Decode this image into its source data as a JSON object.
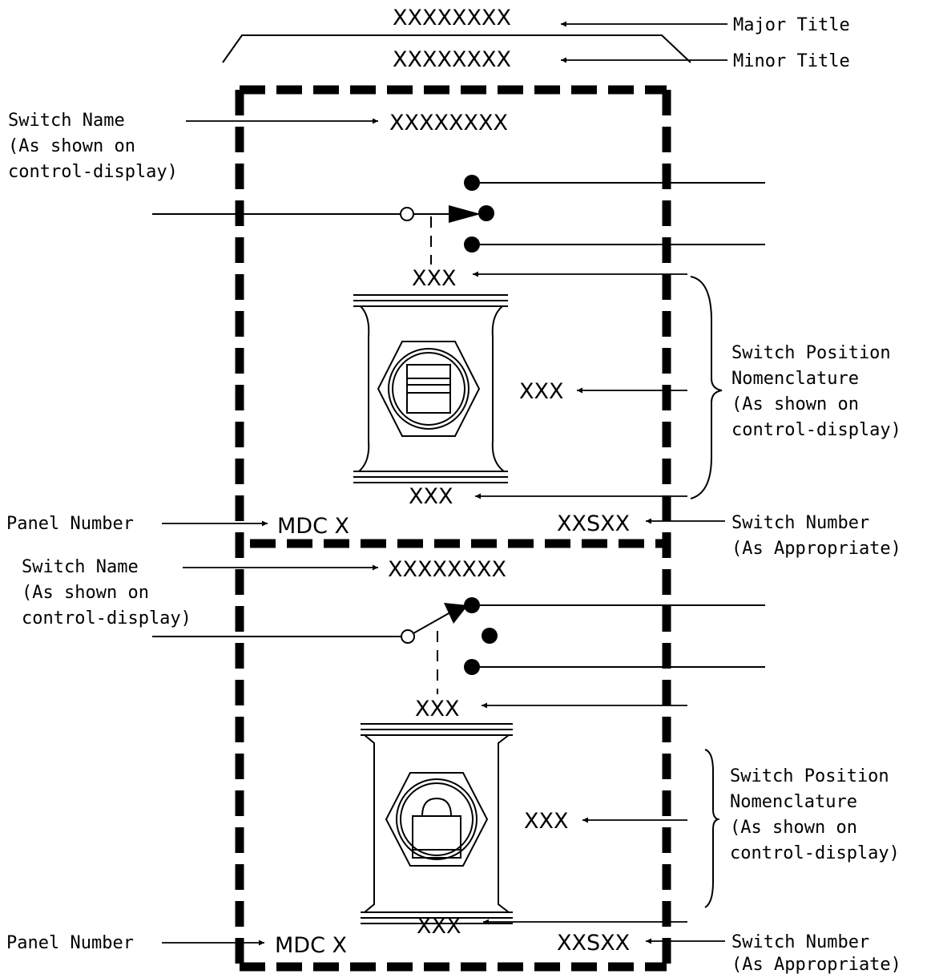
{
  "titles": {
    "major_value": "XXXXXXXX",
    "major_label": "Major Title",
    "minor_value": "XXXXXXXX",
    "minor_label": "Minor Title"
  },
  "switch_1": {
    "name_label_line1": "Switch Name",
    "name_label_line2": "(As shown on",
    "name_label_line3": "control-display)",
    "name_value": "XXXXXXXX",
    "pos_top": "XXX",
    "pos_middle": "XXX",
    "pos_bottom": "XXX",
    "nomenclature_line1": "Switch Position",
    "nomenclature_line2": "Nomenclature",
    "nomenclature_line3": "(As shown on",
    "nomenclature_line4": "control-display)",
    "panel_label": "Panel Number",
    "panel_value": "MDC X",
    "switch_number_value": "XXSXX",
    "switch_number_line1": "Switch Number",
    "switch_number_line2": "(As Appropriate)"
  },
  "switch_2": {
    "name_label_line1": "Switch Name",
    "name_label_line2": "(As shown on",
    "name_label_line3": "control-display)",
    "name_value": "XXXXXXXX",
    "pos_top": "XXX",
    "pos_middle": "XXX",
    "pos_bottom": "XXX",
    "nomenclature_line1": "Switch Position",
    "nomenclature_line2": "Nomenclature",
    "nomenclature_line3": "(As shown on",
    "nomenclature_line4": "control-display)",
    "panel_label": "Panel Number",
    "panel_value": "MDC X",
    "switch_number_value": "XXSXX",
    "switch_number_line1": "Switch Number",
    "switch_number_line2": "(As Appropriate)"
  }
}
